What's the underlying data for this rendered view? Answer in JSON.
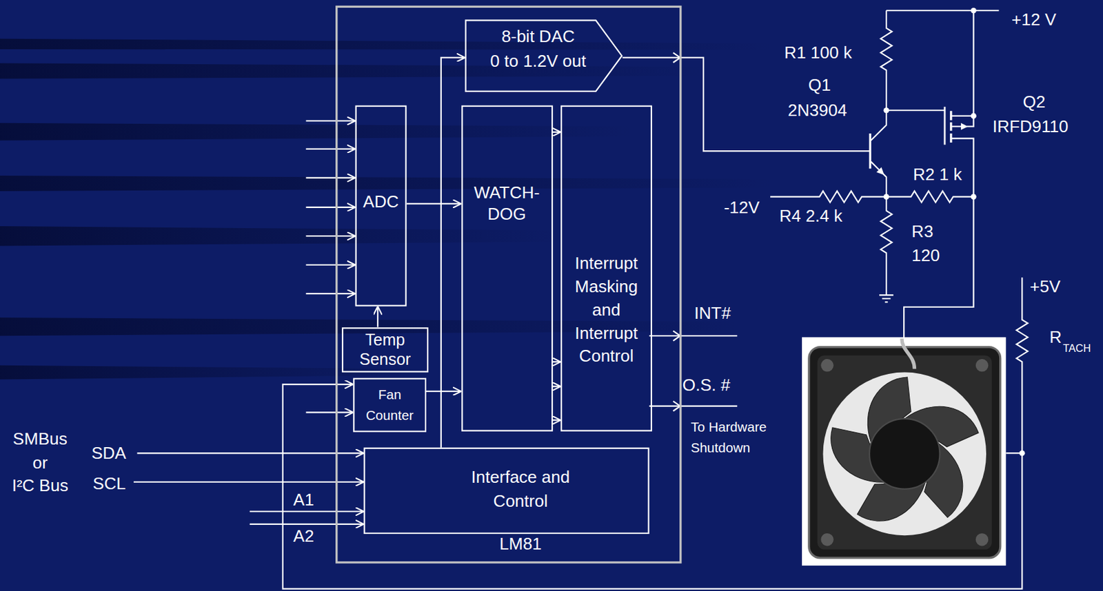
{
  "diagram": {
    "nodes": [
      {
        "text": [
          "LM81"
        ]
      },
      {
        "text": [
          "8-bit DAC",
          "0 to 1.2V out"
        ],
        "in": 0
      },
      {
        "text": [
          "ADC"
        ],
        "in": 0
      },
      {
        "text": [
          "WATCH- DOG"
        ],
        "in": 0
      },
      {
        "text": [
          "Interrupt Masking and Interrupt Control"
        ],
        "in": 0
      },
      {
        "text": [
          "Temp Sensor"
        ],
        "in": 0
      },
      {
        "text": [
          "Fan Counter"
        ],
        "in": 0
      },
      {
        "text": [
          "Interface and Control"
        ],
        "in": 0
      }
    ],
    "edges": [
      {
        "from": 2,
        "to": 3,
        "arrow": "to"
      },
      {
        "from": 5,
        "to": 2,
        "arrow": "to"
      },
      {
        "from": 6,
        "to": 3,
        "arrow": "to"
      },
      {
        "from": 3,
        "to": 4,
        "arrow": "to"
      },
      {
        "from": 3,
        "to": 4,
        "arrow": "to"
      },
      {
        "from": 3,
        "to": 4,
        "arrow": "to"
      },
      {
        "from": 3,
        "to": 4,
        "arrow": "to"
      },
      {
        "from": 7,
        "to": 1,
        "arrow": "to"
      }
    ],
    "labels": [
      "+12 V",
      "R1 100 k",
      "Q1",
      "Q2",
      "2N3904",
      "IRFD9110",
      "R2 1 k",
      "-12V",
      "R4 2.4 k",
      "R3",
      "120",
      "+5V",
      "INT#",
      "R",
      "TACH",
      "O.S. #",
      "To Hardware Shutdown",
      "SMBus",
      "or",
      "I²C Bus",
      "SDA",
      "SCL",
      "A1",
      "A2"
    ]
  }
}
